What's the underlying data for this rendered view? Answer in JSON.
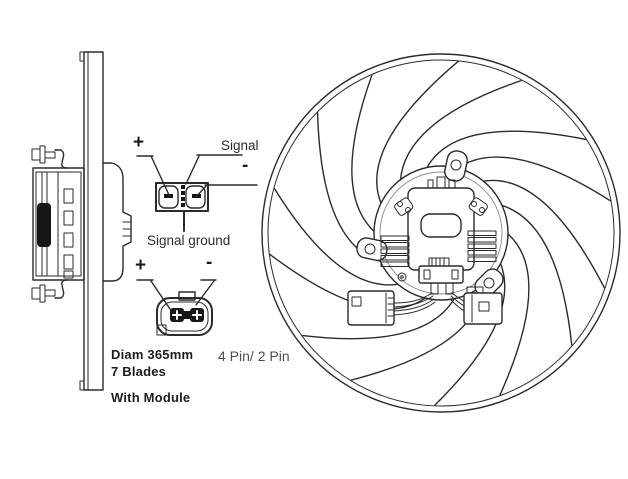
{
  "figure": {
    "colors": {
      "background": "#ffffff",
      "line": "#2b2b2b",
      "label_text": "#1c1c1c",
      "muted_text": "#4f4f4f"
    }
  },
  "connector_4pin": {
    "plus": "+",
    "signal": "Signal",
    "minus": "-",
    "signal_ground": "Signal ground"
  },
  "connector_2pin": {
    "plus": "+",
    "minus": "-"
  },
  "specs": {
    "diameter": "Diam 365mm",
    "blades": "7 Blades",
    "module": "With Module",
    "pin_config": "4 Pin/ 2 Pin"
  }
}
